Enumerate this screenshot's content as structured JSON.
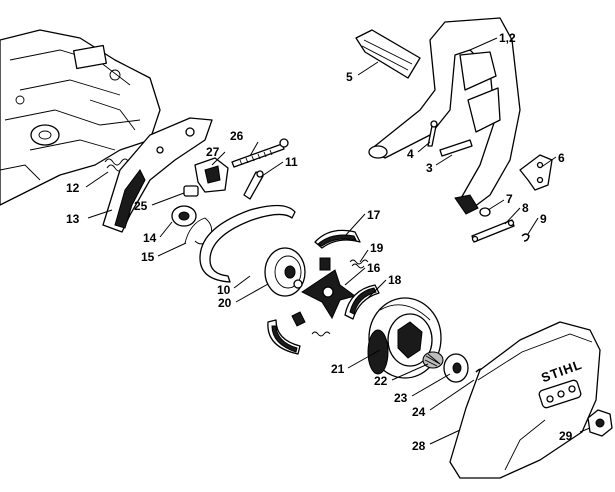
{
  "brand_text": "STIHL",
  "callouts": [
    {
      "id": "c1-2",
      "label": "1,2"
    },
    {
      "id": "c3",
      "label": "3"
    },
    {
      "id": "c4",
      "label": "4"
    },
    {
      "id": "c5",
      "label": "5"
    },
    {
      "id": "c6",
      "label": "6"
    },
    {
      "id": "c7",
      "label": "7"
    },
    {
      "id": "c8",
      "label": "8"
    },
    {
      "id": "c9",
      "label": "9"
    },
    {
      "id": "c10",
      "label": "10"
    },
    {
      "id": "c11",
      "label": "11"
    },
    {
      "id": "c12",
      "label": "12"
    },
    {
      "id": "c13",
      "label": "13"
    },
    {
      "id": "c14",
      "label": "14"
    },
    {
      "id": "c15",
      "label": "15"
    },
    {
      "id": "c16",
      "label": "16"
    },
    {
      "id": "c17",
      "label": "17"
    },
    {
      "id": "c18",
      "label": "18"
    },
    {
      "id": "c19",
      "label": "19"
    },
    {
      "id": "c20",
      "label": "20"
    },
    {
      "id": "c21",
      "label": "21"
    },
    {
      "id": "c22",
      "label": "22"
    },
    {
      "id": "c23",
      "label": "23"
    },
    {
      "id": "c24",
      "label": "24"
    },
    {
      "id": "c25",
      "label": "25"
    },
    {
      "id": "c26",
      "label": "26"
    },
    {
      "id": "c27",
      "label": "27"
    },
    {
      "id": "c28",
      "label": "28"
    },
    {
      "id": "c29",
      "label": "29"
    }
  ]
}
